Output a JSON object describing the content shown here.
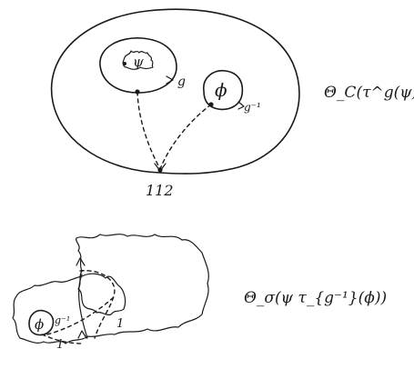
{
  "top_figure": {
    "inner_label_left": "ψ",
    "inner_label_right": "ϕ",
    "arrow_label_left": "g",
    "arrow_label_right": "g⁻¹",
    "basepoint_label": "112",
    "formula": "Θ_C(τ^g(ψ)ϕ)"
  },
  "bottom_figure": {
    "puncture_label": "ϕ",
    "arrow_label": "g⁻¹",
    "path_label_1": "1",
    "path_label_2": "1",
    "formula": "Θ_σ(ψ τ_{g⁻¹}(ϕ))"
  }
}
